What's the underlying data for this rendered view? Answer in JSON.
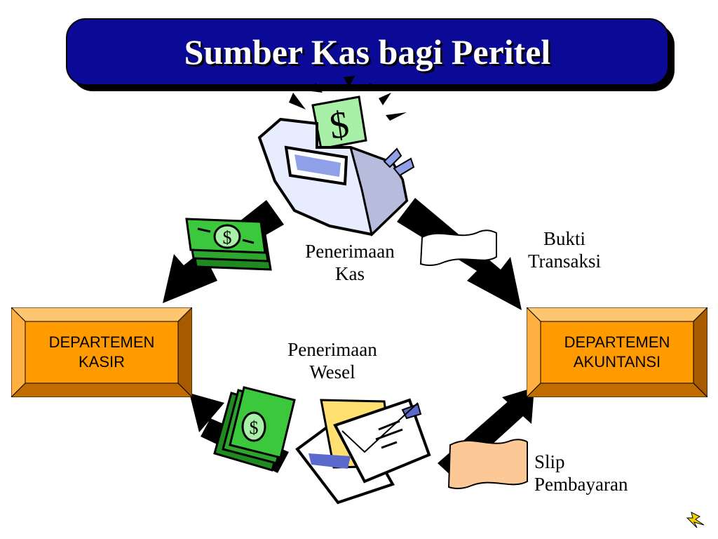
{
  "title": "Sumber Kas bagi Peritel",
  "departments": {
    "kasir": "DEPARTEMEN\nKASIR",
    "akuntansi": "DEPARTEMEN\nAKUNTANSI"
  },
  "captions": {
    "penerimaan_kas": "Penerimaan\nKas",
    "bukti_transaksi": "Bukti\nTransaksi",
    "penerimaan_wesel": "Penerimaan\nWesel",
    "slip_pembayaran": "Slip\nPembayaran"
  },
  "icons": {
    "register": "cash-register-icon",
    "cash": "money-icon",
    "mail": "envelope-icon",
    "receipt": "receipt-icon",
    "slip": "payment-slip-icon",
    "nav": "lightning-icon"
  },
  "colors": {
    "title_bg": "#0a0a96",
    "dept_face": "#ff9a00",
    "dept_bevel_light": "#ffc670",
    "dept_bevel_dark": "#a85a00",
    "money_green": "#2ea62e",
    "slip_fill": "#fcc896"
  }
}
